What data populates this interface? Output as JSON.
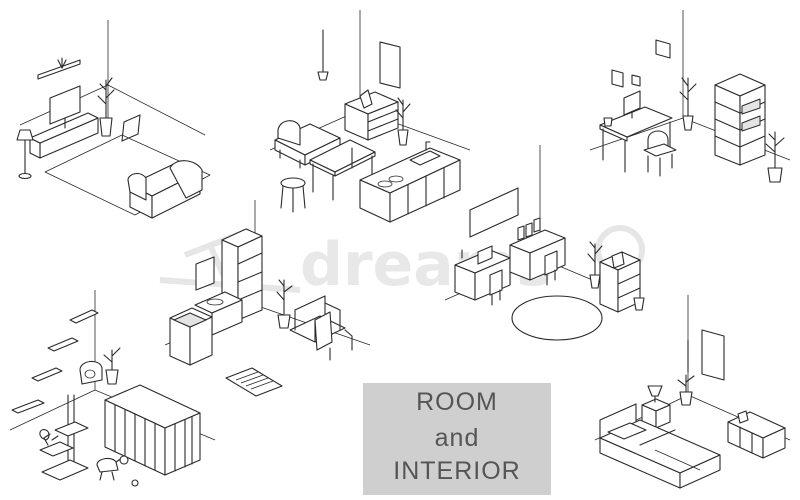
{
  "title": {
    "line1": "ROOM",
    "line2": "and",
    "line3": "INTERIOR"
  },
  "colors": {
    "background": "#ffffff",
    "line": "#2a2a2a",
    "title_box": "#cfcfcf",
    "title_text": "#555555"
  },
  "scenes": [
    "living-room",
    "dining-kitchen",
    "home-office",
    "bathroom-laundry",
    "study-room",
    "pet-room",
    "bedroom"
  ]
}
